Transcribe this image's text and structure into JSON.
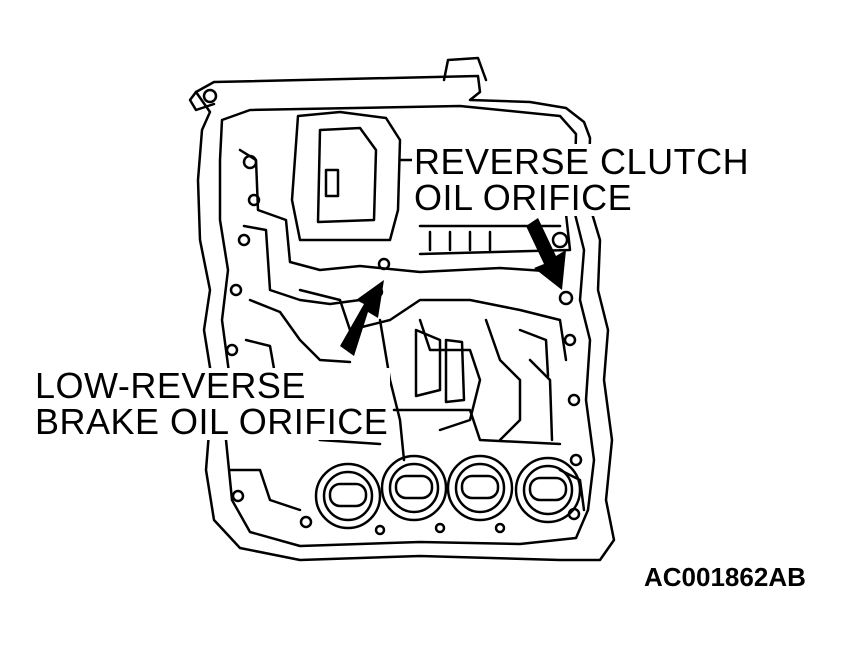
{
  "callouts": {
    "reverse_clutch": {
      "line1": "REVERSE CLUTCH",
      "line2": "OIL ORIFICE"
    },
    "low_reverse": {
      "line1": "LOW-REVERSE",
      "line2": "BRAKE OIL ORIFICE"
    }
  },
  "figure_code": "AC001862AB",
  "colors": {
    "ink": "#000000",
    "paper": "#ffffff"
  }
}
